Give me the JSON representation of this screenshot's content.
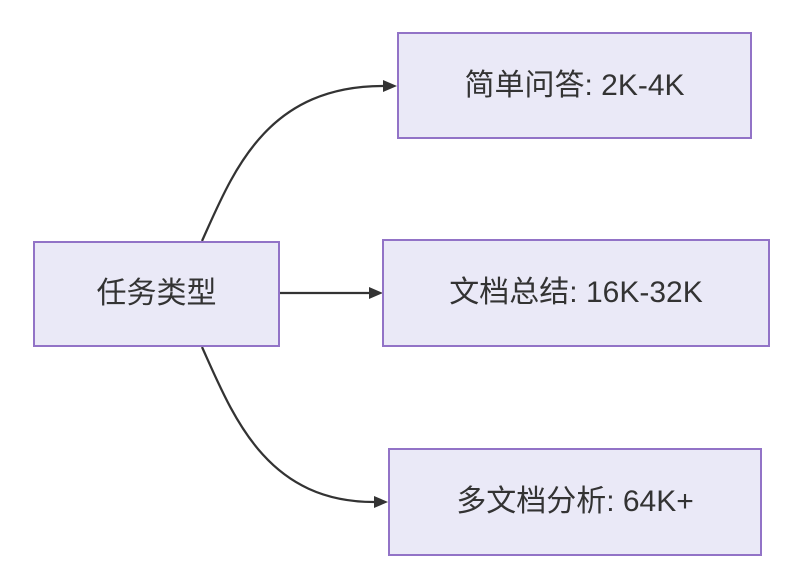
{
  "colors": {
    "canvas-bg": "#ffffff",
    "node-fill": "#EAE9F7",
    "node-border": "#9273C7",
    "edge-color": "#333333",
    "text-color": "#333333"
  },
  "diagram": {
    "type": "flowchart",
    "direction": "left-to-right",
    "root": {
      "label": "任务类型"
    },
    "branches": [
      {
        "label": "简单问答: 2K-4K"
      },
      {
        "label": "文档总结: 16K-32K"
      },
      {
        "label": "多文档分析: 64K+"
      }
    ],
    "edges": [
      {
        "from": "任务类型",
        "to": "简单问答: 2K-4K"
      },
      {
        "from": "任务类型",
        "to": "文档总结: 16K-32K"
      },
      {
        "from": "任务类型",
        "to": "多文档分析: 64K+"
      }
    ]
  }
}
